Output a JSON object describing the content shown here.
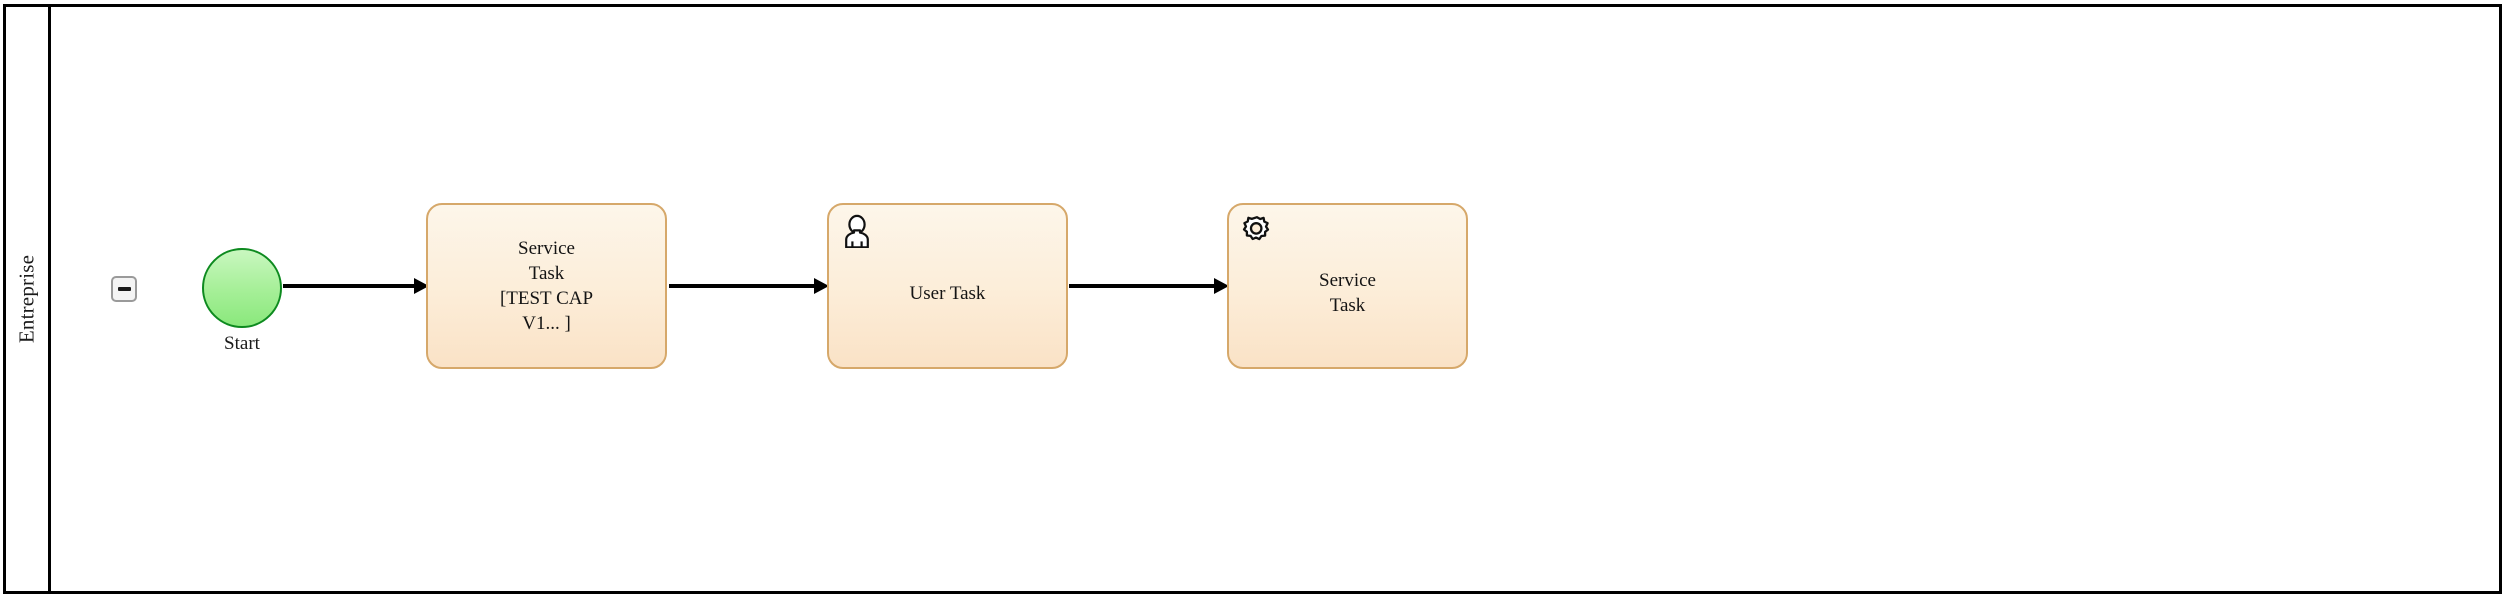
{
  "diagram": {
    "type": "bpmn-process",
    "pool": {
      "name": "Entreprise",
      "collapse_button": {
        "icon": "minus-icon",
        "state": "expanded"
      }
    },
    "nodes": [
      {
        "id": "start-event",
        "kind": "start-event",
        "label": "Start",
        "icon": null,
        "fill": "#a9f09b",
        "stroke": "#0d8a1f"
      },
      {
        "id": "task-1",
        "kind": "service-task",
        "label": "Service Task [TEST CAP V1... ]",
        "lines": [
          "Service",
          "Task",
          "[TEST CAP",
          "V1... ]"
        ],
        "icon": null,
        "fill": "#fcedd8",
        "stroke": "#d6a86a"
      },
      {
        "id": "task-2",
        "kind": "user-task",
        "label": "User Task",
        "lines": [
          "User Task"
        ],
        "icon": "user-icon",
        "fill": "#fcedd8",
        "stroke": "#d6a86a"
      },
      {
        "id": "task-3",
        "kind": "service-task",
        "label": "Service Task",
        "lines": [
          "Service",
          "Task"
        ],
        "icon": "gear-icon",
        "fill": "#fcedd8",
        "stroke": "#d6a86a"
      }
    ],
    "flows": [
      {
        "id": "flow-1",
        "from": "start-event",
        "to": "task-1",
        "label": ""
      },
      {
        "id": "flow-2",
        "from": "task-1",
        "to": "task-2",
        "label": ""
      },
      {
        "id": "flow-3",
        "from": "task-2",
        "to": "task-3",
        "label": ""
      }
    ],
    "colors": {
      "pool_border": "#000000",
      "task_fill_top": "#fdf6ea",
      "task_fill_bottom": "#fae2c6",
      "task_border": "#d6a86a",
      "start_fill_top": "#c9f7c0",
      "start_fill_bottom": "#8ae87c",
      "start_border": "#0d8a1f",
      "flow_stroke": "#000000",
      "canvas_background": "#ffffff"
    }
  }
}
